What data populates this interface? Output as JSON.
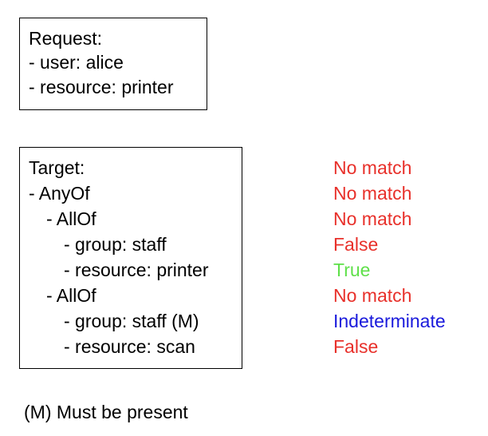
{
  "request": {
    "lines": [
      "Request:",
      "- user: alice",
      "- resource: printer"
    ]
  },
  "target": {
    "lines": [
      {
        "text": "Target:",
        "indent": 0
      },
      {
        "text": "- AnyOf",
        "indent": 0
      },
      {
        "text": "- AllOf",
        "indent": 1
      },
      {
        "text": "- group: staff",
        "indent": 2
      },
      {
        "text": "- resource: printer",
        "indent": 2
      },
      {
        "text": "- AllOf",
        "indent": 1
      },
      {
        "text": "- group: staff (M)",
        "indent": 2
      },
      {
        "text": "- resource: scan",
        "indent": 2
      }
    ]
  },
  "results": [
    {
      "text": "No match",
      "color": "#e8302a"
    },
    {
      "text": "No match",
      "color": "#e8302a"
    },
    {
      "text": "No match",
      "color": "#e8302a"
    },
    {
      "text": "False",
      "color": "#e8302a"
    },
    {
      "text": "True",
      "color": "#5fe04a"
    },
    {
      "text": "No match",
      "color": "#e8302a"
    },
    {
      "text": "Indeterminate",
      "color": "#1a1adc"
    },
    {
      "text": "False",
      "color": "#e8302a"
    }
  ],
  "footnote": "(M) Must be present"
}
